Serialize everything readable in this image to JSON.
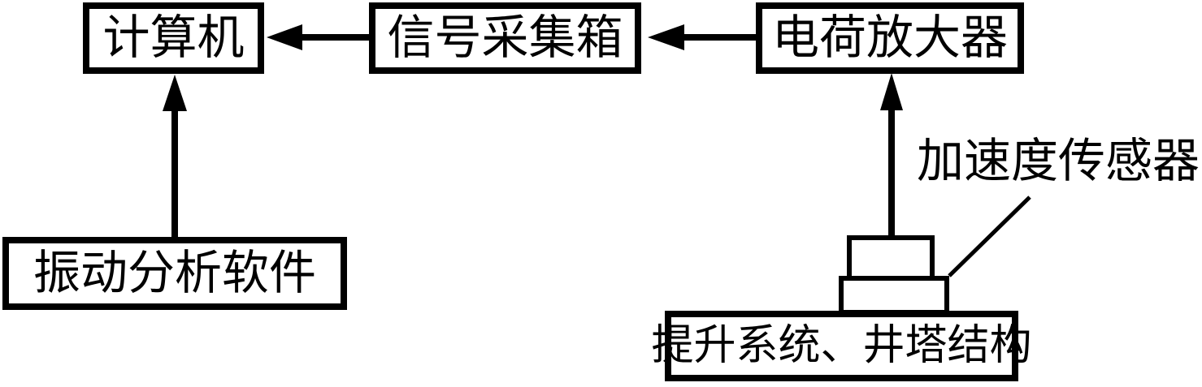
{
  "colors": {
    "background": "#ffffff",
    "stroke": "#000000",
    "text": "#000000"
  },
  "nodes": {
    "computer": {
      "label": "计算机"
    },
    "signal_box": {
      "label": "信号采集箱"
    },
    "charge_amplifier": {
      "label": "电荷放大器"
    },
    "vibration_software": {
      "label": "振动分析软件"
    },
    "hoisting_structure": {
      "label": "提升系统、井塔结构"
    },
    "accelerometer": {
      "label": "加速度传感器"
    }
  },
  "edges": [
    {
      "from": "charge_amplifier",
      "to": "signal_box",
      "style": "arrow"
    },
    {
      "from": "signal_box",
      "to": "computer",
      "style": "arrow"
    },
    {
      "from": "vibration_software",
      "to": "computer",
      "style": "arrow"
    },
    {
      "from": "accelerometer_block",
      "to": "charge_amplifier",
      "style": "arrow"
    },
    {
      "from": "accelerometer_label",
      "to": "accelerometer_block",
      "style": "leader-line"
    }
  ]
}
